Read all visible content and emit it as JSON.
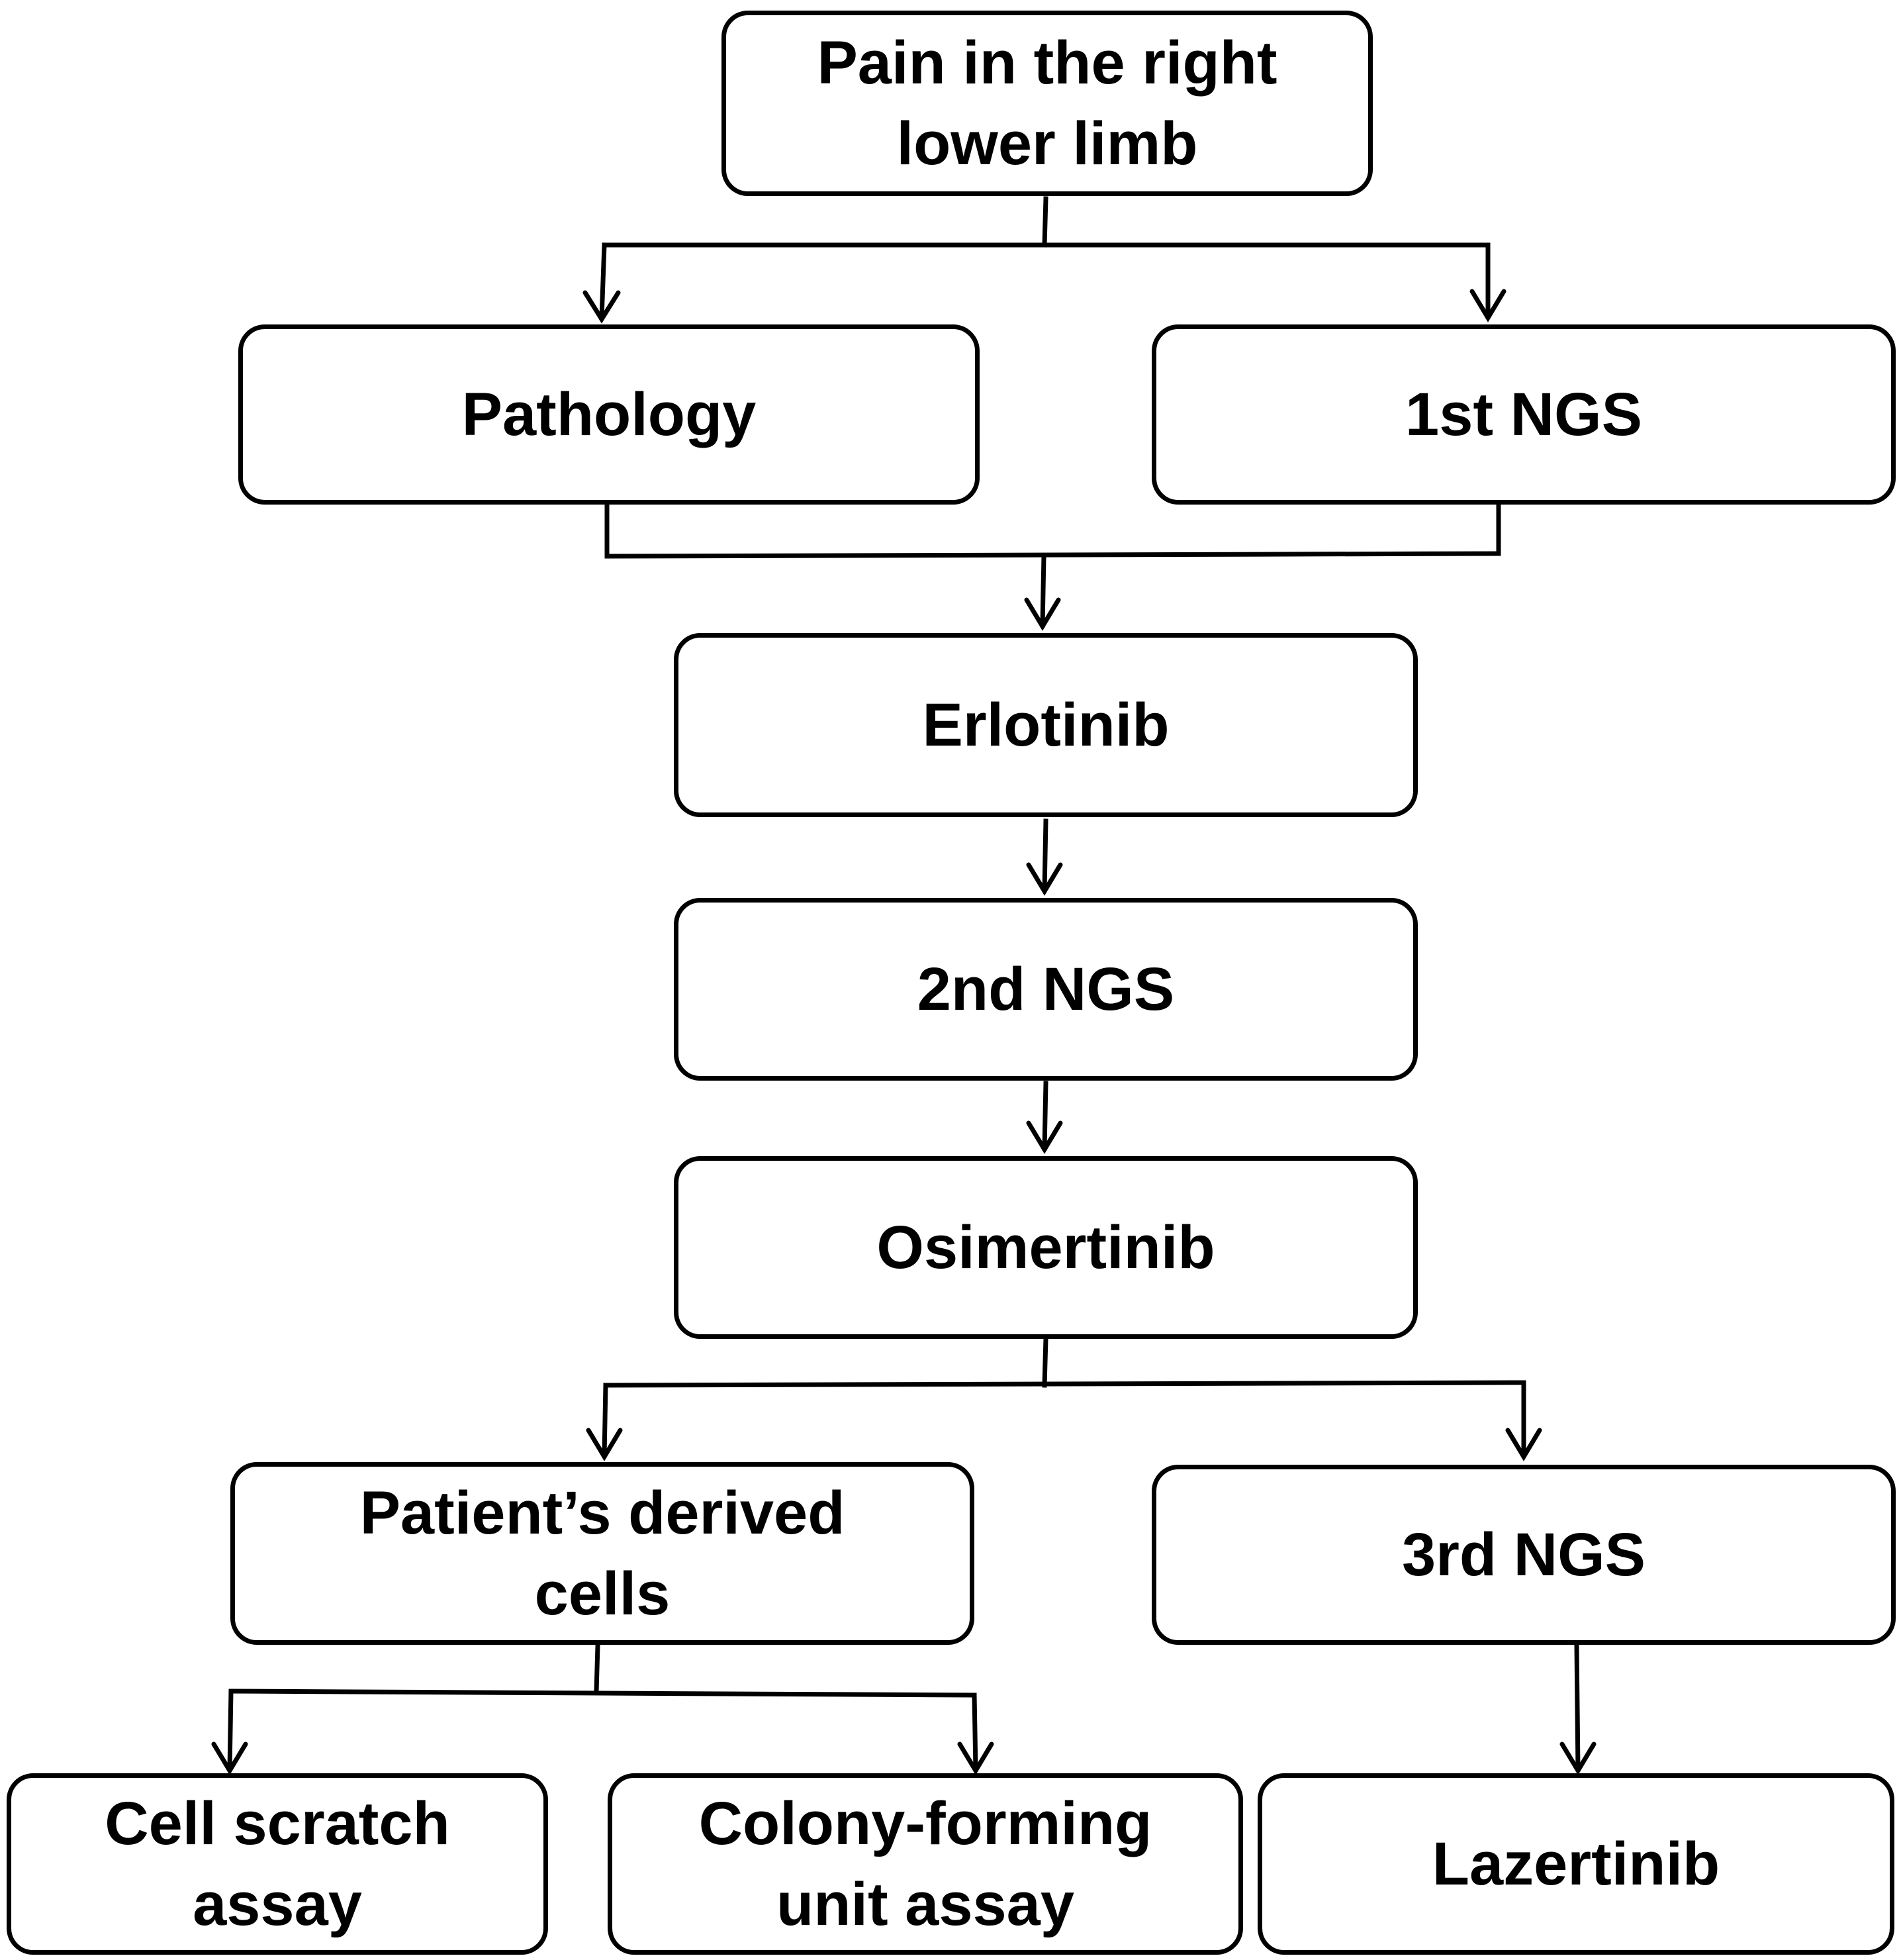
{
  "diagram": {
    "colors": {
      "stroke": "#000000",
      "fill": "#ffffff",
      "text": "#000000"
    },
    "nodes": {
      "pain": "Pain in the right\nlower limb",
      "pathology": "Pathology",
      "ngs1": "1st NGS",
      "erlotinib": "Erlotinib",
      "ngs2": "2nd NGS",
      "osimertinib": "Osimertinib",
      "pdc": "Patient’s derived\ncells",
      "ngs3": "3rd NGS",
      "scratch": "Cell scratch\nassay",
      "colony": "Colony-forming\nunit assay",
      "lazertinib": "Lazertinib"
    },
    "edges": [
      {
        "from": "pain",
        "to": "pathology"
      },
      {
        "from": "pain",
        "to": "ngs1"
      },
      {
        "from": "pathology",
        "to": "erlotinib"
      },
      {
        "from": "ngs1",
        "to": "erlotinib"
      },
      {
        "from": "erlotinib",
        "to": "ngs2"
      },
      {
        "from": "ngs2",
        "to": "osimertinib"
      },
      {
        "from": "osimertinib",
        "to": "pdc"
      },
      {
        "from": "osimertinib",
        "to": "ngs3"
      },
      {
        "from": "pdc",
        "to": "scratch"
      },
      {
        "from": "pdc",
        "to": "colony"
      },
      {
        "from": "ngs3",
        "to": "lazertinib"
      }
    ]
  }
}
